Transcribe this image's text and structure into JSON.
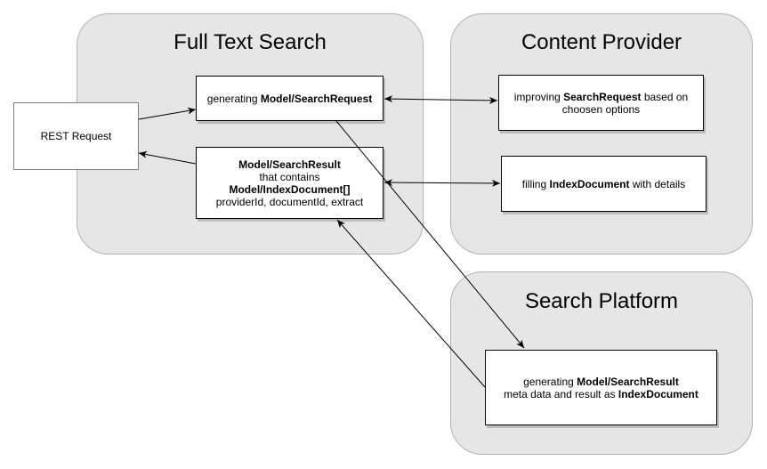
{
  "groups": {
    "fulltext": {
      "title": "Full Text Search"
    },
    "content": {
      "title": "Content Provider"
    },
    "platform": {
      "title": "Search Platform"
    }
  },
  "boxes": {
    "rest": {
      "label": "REST Request"
    },
    "generating_request": {
      "prefix": "generating ",
      "bold": "Model/SearchRequest"
    },
    "search_result": {
      "line1": "Model/SearchResult",
      "line2": "that contains",
      "line3": "Model/IndexDocument[]",
      "line4": "providerId, documentId, extract"
    },
    "improving": {
      "prefix": "improving ",
      "bold": "SearchRequest",
      "suffix": " based on",
      "line2": "choosen options"
    },
    "filling": {
      "prefix": "filling ",
      "bold": "IndexDocument",
      "suffix": " with details"
    },
    "platform_result": {
      "prefix": "generating ",
      "bold": "Model/SearchResult",
      "line2_prefix": "meta data and result as ",
      "line2_bold": "IndexDocument"
    }
  },
  "colors": {
    "group_fill": "#e6e6e6",
    "group_stroke": "#b3b3b3",
    "box_stroke": "#000000"
  }
}
